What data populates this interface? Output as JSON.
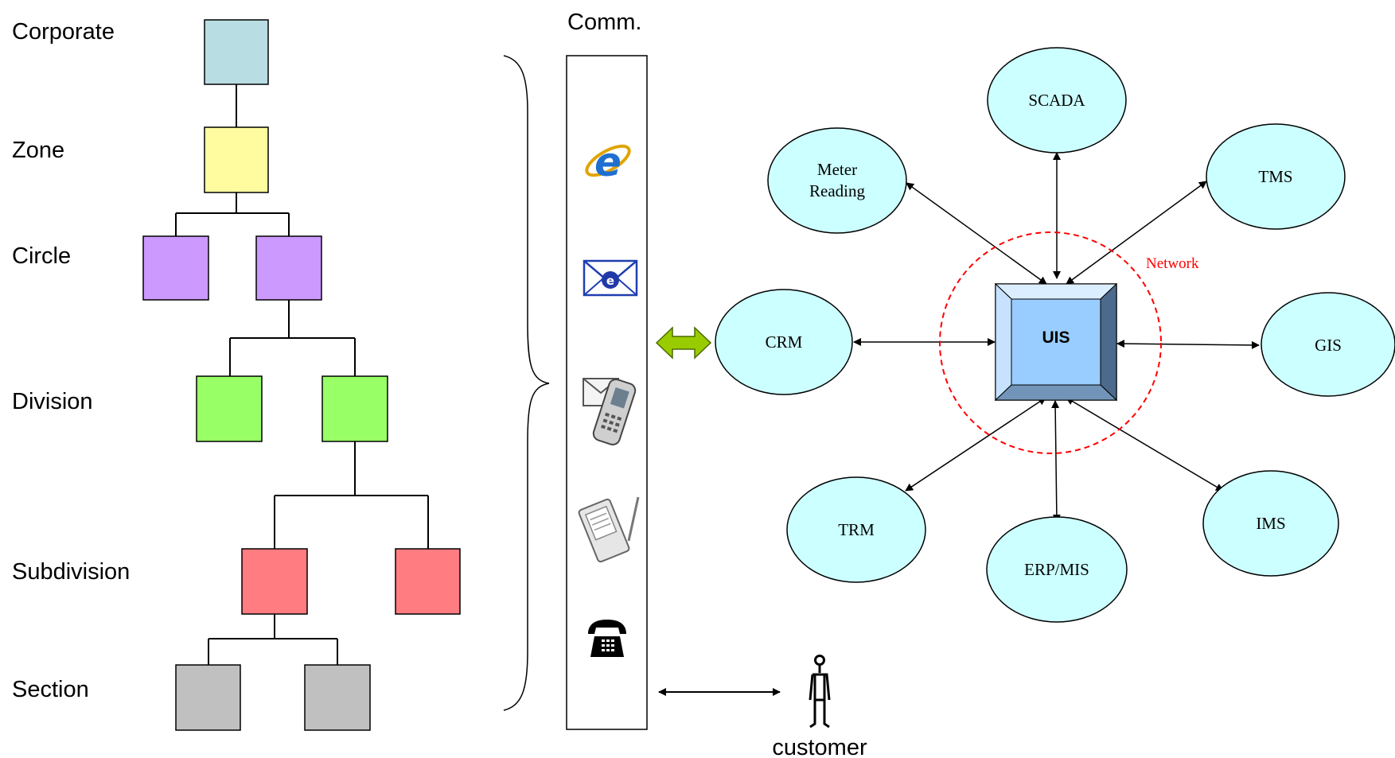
{
  "hierarchy": {
    "levels": [
      "Corporate",
      "Zone",
      "Circle",
      "Division",
      "Subdivision",
      "Section"
    ]
  },
  "channel": {
    "title": "Comm.",
    "icons": [
      "internet-explorer-icon",
      "email-icon",
      "mobile-message-icon",
      "pda-icon",
      "telephone-icon"
    ]
  },
  "network": {
    "label": "Network",
    "center": "UIS",
    "nodes": {
      "scada": "SCADA",
      "meter_line1": "Meter",
      "meter_line2": "Reading",
      "tms": "TMS",
      "crm": "CRM",
      "gis": "GIS",
      "trm": "TRM",
      "erp": "ERP/MIS",
      "ims": "IMS"
    }
  },
  "customer": {
    "label": "customer"
  },
  "colors": {
    "corporate": "#b8dde2",
    "zone": "#fffca0",
    "circle": "#cc99ff",
    "division": "#99ff66",
    "subdivision": "#ff7c80",
    "section": "#c0c0c0",
    "node_fill": "#ccffff",
    "uis_face": "#99ccff",
    "network_ring": "#ff0000",
    "double_arrow": "#99cc00"
  }
}
